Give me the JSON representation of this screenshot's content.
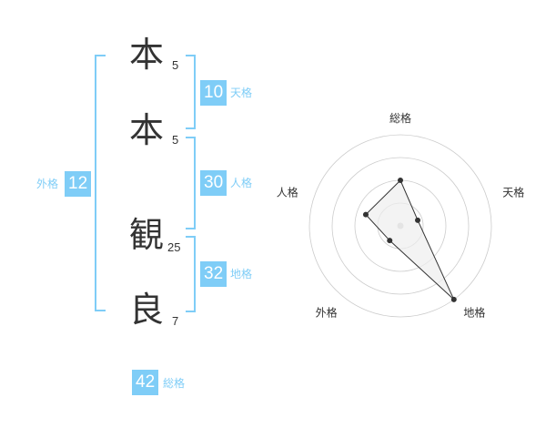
{
  "name": {
    "chars": [
      {
        "char": "本",
        "strokes": "5"
      },
      {
        "char": "本",
        "strokes": "5"
      },
      {
        "char": "観",
        "strokes": "25"
      },
      {
        "char": "良",
        "strokes": "7"
      }
    ]
  },
  "kaku": {
    "tenkaku": {
      "label": "天格",
      "value": "10"
    },
    "jinkaku": {
      "label": "人格",
      "value": "30"
    },
    "chikaku": {
      "label": "地格",
      "value": "32"
    },
    "gaikaku": {
      "label": "外格",
      "value": "12"
    },
    "soukaku": {
      "label": "総格",
      "value": "42"
    }
  },
  "chart_data": {
    "type": "radar",
    "axes": [
      "総格",
      "天格",
      "地格",
      "外格",
      "人格"
    ],
    "values": [
      0.5,
      0.2,
      1.0,
      0.2,
      0.4
    ],
    "rings": 4,
    "colors": {
      "line": "#333333",
      "fill": "#eeeeee",
      "grid": "#cccccc"
    }
  }
}
